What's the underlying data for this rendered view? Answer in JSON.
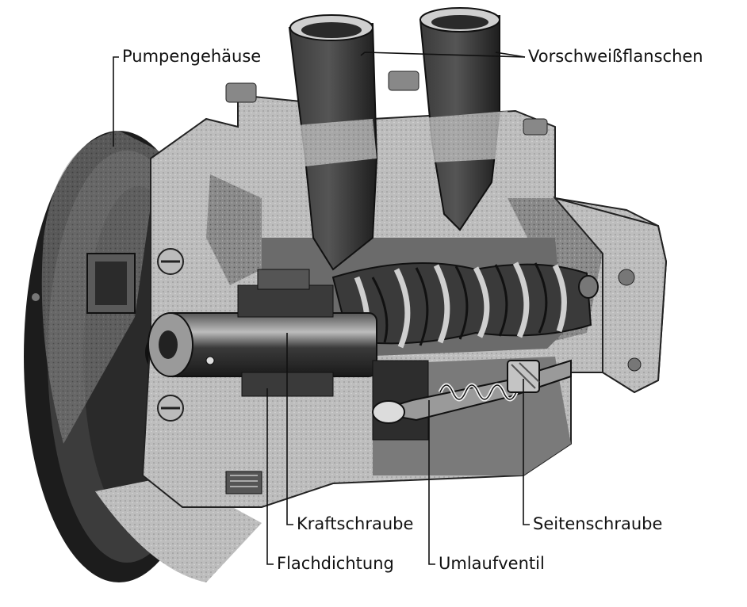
{
  "labels": {
    "pumpengehaeuse": "Pumpengehäuse",
    "vorschweissflanschen": "Vorschweißflanschen",
    "kraftschraube": "Kraftschraube",
    "seitenschraube": "Seitenschraube",
    "flachdichtung": "Flachdichtung",
    "umlaufventil": "Umlaufventil"
  },
  "colors": {
    "ink": "#111111",
    "dark": "#2a2a2a",
    "mid": "#7a7a7a",
    "light": "#c8c8c8",
    "paper": "#ffffff"
  }
}
